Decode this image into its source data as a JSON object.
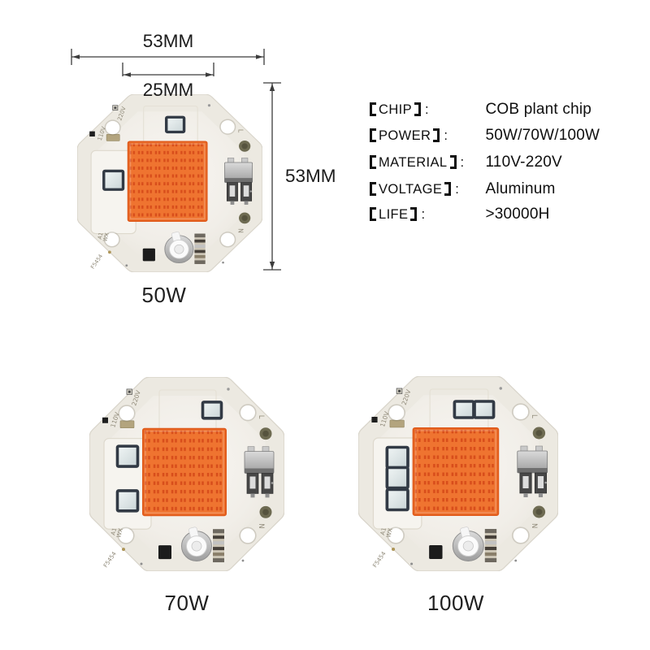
{
  "dimensions": {
    "outer_width": "53MM",
    "led_width": "25MM",
    "height": "53MM"
  },
  "specs": {
    "colon": ":",
    "items": [
      {
        "name": "CHIP",
        "label": "【CHIP】:",
        "value": "COB plant chip"
      },
      {
        "name": "POWER",
        "label": "【POWER】:",
        "value": "50W/70W/100W"
      },
      {
        "name": "MATERIAL",
        "label": "【MATERIAL】:",
        "value": "110V-220V"
      },
      {
        "name": "VOLTAGE",
        "label": "【VOLTAGE】:",
        "value": "Aluminum"
      },
      {
        "name": "LIFE",
        "label": "【LIFE】:",
        "value": ">30000H"
      }
    ]
  },
  "chips": [
    {
      "id": "chip-50w",
      "label": "50W",
      "top_caps": [
        127
      ],
      "left_caps": [
        116
      ]
    },
    {
      "id": "chip-70w",
      "label": "70W",
      "top_caps": [
        151
      ],
      "left_caps": [
        98,
        153
      ]
    },
    {
      "id": "chip-100w",
      "label": "100W",
      "top_caps": [
        127,
        151
      ],
      "left_caps": [
        100,
        125,
        152
      ]
    }
  ],
  "pcb": {
    "labels": {
      "line": "L",
      "neutral": "N",
      "v220": "220V",
      "v110": "110V",
      "mark_a": "A1",
      "mark_b": "WX",
      "serial": "F5454"
    },
    "colors": {
      "board": "#f1eee8",
      "board_edge": "#d9d5cb",
      "led_base": "#ef7430",
      "led_dot": "#d84e1b",
      "cap_frame": "#323a45",
      "pad": "#6e6b52",
      "text": "#8e8877"
    }
  }
}
